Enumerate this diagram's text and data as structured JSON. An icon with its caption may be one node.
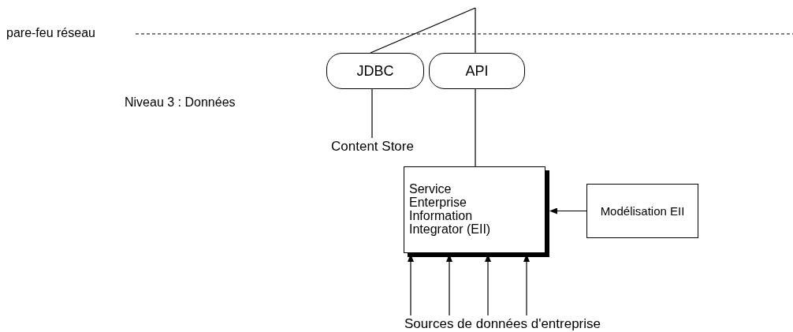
{
  "diagram": {
    "nodes": [
      {
        "text": [
          "JDBC"
        ]
      },
      {
        "text": [
          "API"
        ]
      },
      {
        "text": [
          "Content Store"
        ]
      },
      {
        "text": [
          "Service Enterprise Information Integrator (EII)"
        ]
      },
      {
        "text": [
          "Modélisation EII"
        ]
      },
      {
        "text": [
          "Sources de données d'entreprise"
        ]
      }
    ],
    "edges": [
      {
        "from": 0,
        "to": null,
        "arrow": "none"
      },
      {
        "from": 1,
        "to": null,
        "arrow": "none"
      },
      {
        "from": 0,
        "to": 2,
        "arrow": "none"
      },
      {
        "from": 1,
        "to": 3,
        "arrow": "none"
      },
      {
        "from": 4,
        "to": 3,
        "arrow": "to"
      },
      {
        "from": 5,
        "to": 3,
        "arrow": "to"
      },
      {
        "from": 5,
        "to": 3,
        "arrow": "to"
      },
      {
        "from": 5,
        "to": 3,
        "arrow": "to"
      },
      {
        "from": 5,
        "to": 3,
        "arrow": "to"
      }
    ],
    "labels": [
      "pare-feu réseau",
      "Niveau 3 : Données"
    ]
  }
}
